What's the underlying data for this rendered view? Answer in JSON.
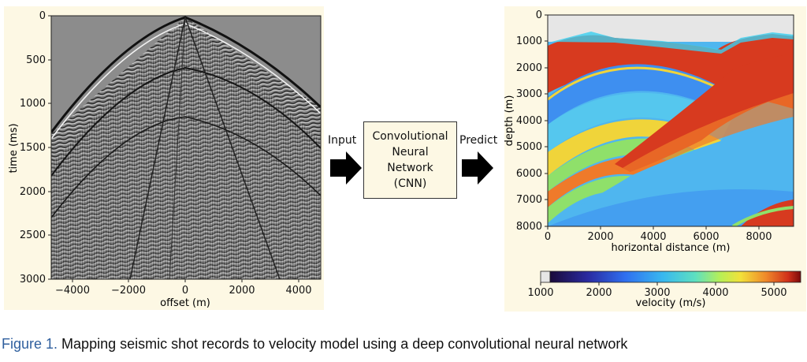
{
  "shot_record": {
    "xlabel": "offset (m)",
    "ylabel": "time (ms)",
    "x_ticks": [
      "−4000",
      "−2000",
      "0",
      "2000",
      "4000"
    ],
    "y_ticks": [
      "0",
      "500",
      "1000",
      "1500",
      "2000",
      "2500",
      "3000"
    ]
  },
  "flow": {
    "input_label": "Input",
    "predict_label": "Predict",
    "cnn_lines": [
      "Convolutional",
      "Neural",
      "Network",
      "(CNN)"
    ]
  },
  "velocity_model": {
    "xlabel": "horizontal distance (m)",
    "ylabel": "depth (m)",
    "x_ticks": [
      "0",
      "2000",
      "4000",
      "6000",
      "8000"
    ],
    "y_ticks": [
      "0",
      "1000",
      "2000",
      "3000",
      "4000",
      "5000",
      "6000",
      "7000",
      "8000"
    ],
    "colorbar_label": "velocity (m/s)",
    "colorbar_ticks": [
      "1000",
      "2000",
      "3000",
      "4000",
      "5000"
    ],
    "colors": {
      "water": "#e6e6e6",
      "red": "#d73a1f",
      "orange": "#ef7a2a",
      "blue": "#3e8ff0",
      "cyan": "#55c7ee",
      "green": "#8fe06a",
      "yellow": "#f0d43a"
    }
  },
  "caption": {
    "figure_label": "Figure 1.",
    "text": " Mapping seismic shot records to velocity model using a deep convolutional neural network"
  }
}
